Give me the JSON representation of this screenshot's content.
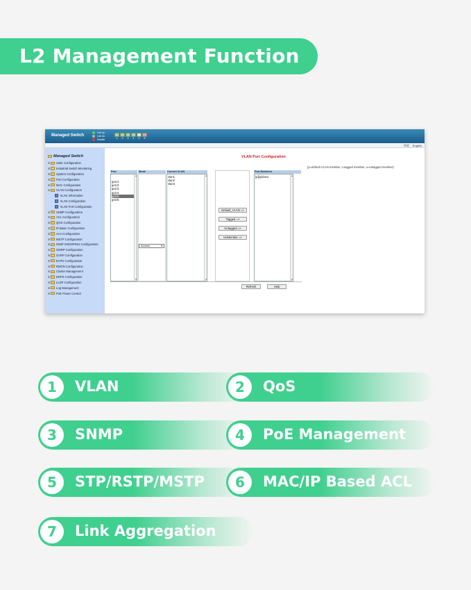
{
  "banner": {
    "title": "L2 Management Function"
  },
  "app": {
    "brand": "Managed Switch",
    "legend": [
      {
        "label": "Link up",
        "color": "#5fcf5f"
      },
      {
        "label": "Link dn",
        "color": "#b0b0b0"
      },
      {
        "label": "Disable",
        "color": "#e04040"
      }
    ],
    "ports": [
      "1",
      "2",
      "3",
      "4",
      "5",
      "6"
    ],
    "lang_cn": "中文",
    "lang_en": "English"
  },
  "sidebar": {
    "root": "Managed Switch",
    "items": [
      {
        "label": "Solar Configuration",
        "sub": false
      },
      {
        "label": "Industrial Switch Monitoring",
        "sub": false
      },
      {
        "label": "System Configuration",
        "sub": false
      },
      {
        "label": "Port Configuration",
        "sub": false
      },
      {
        "label": "MAC Configuration",
        "sub": false
      },
      {
        "label": "VLAN Configuration",
        "sub": false
      },
      {
        "label": "VLAN Information",
        "sub": true
      },
      {
        "label": "VLAN Configuration",
        "sub": true
      },
      {
        "label": "VLAN Port Configuration",
        "sub": true
      },
      {
        "label": "SNMP Configuration",
        "sub": false
      },
      {
        "label": "ACL Configuration",
        "sub": false
      },
      {
        "label": "QOS Configuration",
        "sub": false
      },
      {
        "label": "IP Basic Configuration",
        "sub": false
      },
      {
        "label": "AAA Configuration",
        "sub": false
      },
      {
        "label": "MSTP Configuration",
        "sub": false
      },
      {
        "label": "IGMP SNOOPING Configuration",
        "sub": false
      },
      {
        "label": "GMRP Configuration",
        "sub": false
      },
      {
        "label": "GVRP Configuration",
        "sub": false
      },
      {
        "label": "EAPS Configuration",
        "sub": false
      },
      {
        "label": "RMON Configuration",
        "sub": false
      },
      {
        "label": "Cluster Management",
        "sub": false
      },
      {
        "label": "ERPS Configuration",
        "sub": false
      },
      {
        "label": "LLDP Configuration",
        "sub": false
      },
      {
        "label": "Log Management",
        "sub": false
      },
      {
        "label": "PoE Power Control",
        "sub": false
      }
    ]
  },
  "main": {
    "title": "VLAN Port Configuration",
    "note": "(p=default VLAN member, t=tagged member, u=untagged member)",
    "headers": {
      "port": "Port",
      "mode": "Mode",
      "current_vlan": "Current VLAN",
      "port_members": "Port Members"
    },
    "ports": [
      "ge1/1",
      "ge1/2",
      "ge1/3",
      "ge1/4",
      "ge1/5",
      "ge1/6"
    ],
    "selected_port": "ge1/5",
    "mode_value": "Access",
    "current_vlans": [
      "vlan1",
      "vlan2",
      "vlan3"
    ],
    "port_members": [
      "[p][u]vlan1"
    ],
    "buttons": {
      "default_vlan": "Default_VLAN =>",
      "tagged": "Tagged =>",
      "untagged": "Untagged =>",
      "unmember": "UnMember =>",
      "refresh": "Refresh",
      "help": "Help"
    }
  },
  "features": [
    {
      "num": "1",
      "label": "VLAN"
    },
    {
      "num": "2",
      "label": "QoS"
    },
    {
      "num": "3",
      "label": "SNMP"
    },
    {
      "num": "4",
      "label": "PoE Management"
    },
    {
      "num": "5",
      "label": "STP/RSTP/MSTP"
    },
    {
      "num": "6",
      "label": "MAC/IP Based ACL"
    },
    {
      "num": "7",
      "label": "Link Aggregation"
    }
  ],
  "colors": {
    "accent": "#3fcf8e",
    "title_red": "#cc2222",
    "header_blue": "#1b5d8c"
  }
}
